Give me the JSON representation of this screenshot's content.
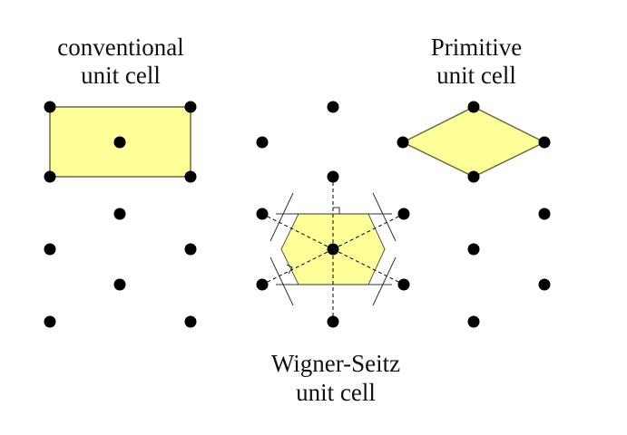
{
  "labels": {
    "conventional": [
      "conventional",
      "unit cell"
    ],
    "primitive": [
      "Primitive",
      "unit cell"
    ],
    "wigner_seitz": [
      "Wigner-Seitz",
      "unit cell"
    ]
  },
  "colors": {
    "cell_fill": "#ffff99",
    "cell_stroke": "#6b6b3a",
    "lattice_point": "#000000",
    "construction_line": "#000000"
  }
}
